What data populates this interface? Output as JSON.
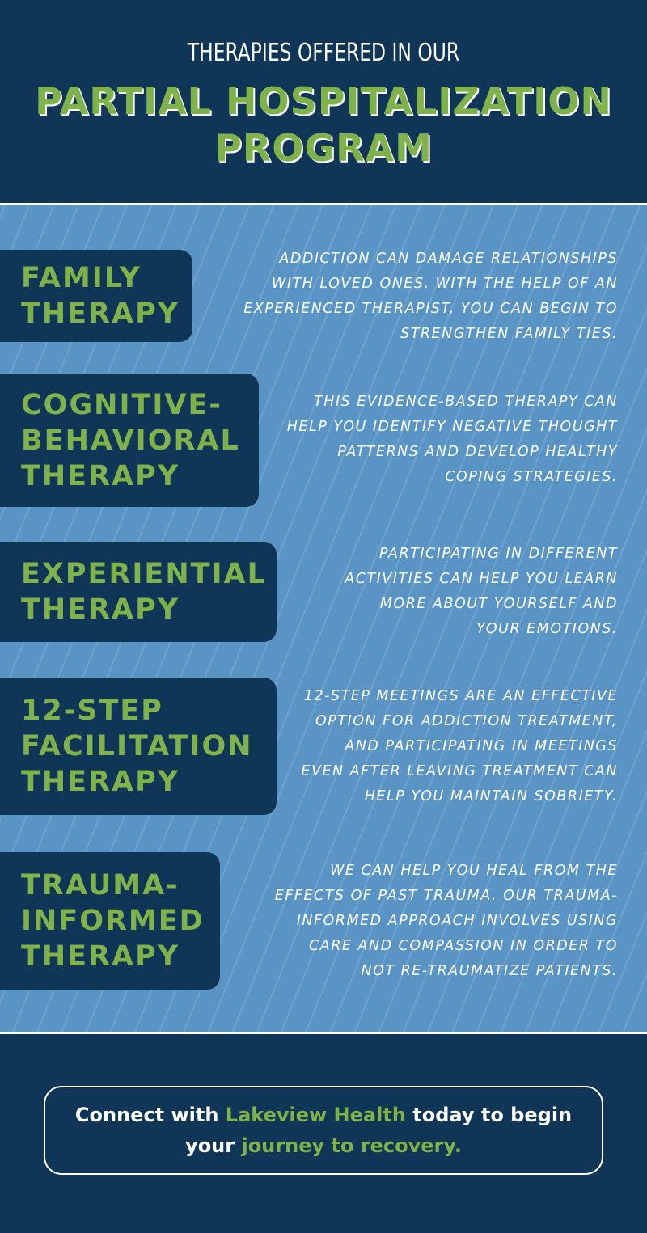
{
  "header": {
    "subtitle": "THERAPIES OFFERED IN OUR",
    "title_lines": [
      "PARTIAL HOSPITALIZATION",
      "PROGRAM"
    ]
  },
  "therapies": [
    {
      "label_lines": [
        "FAMILY",
        "THERAPY"
      ],
      "description_lines": [
        "ADDICTION CAN DAMAGE RELATIONSHIPS",
        "WITH LOVED ONES. WITH THE HELP OF AN",
        "EXPERIENCED THERAPIST, YOU CAN BEGIN TO",
        "STRENGTHEN FAMILY TIES."
      ]
    },
    {
      "label_lines": [
        "COGNITIVE-",
        "BEHAVIORAL",
        "THERAPY"
      ],
      "description_lines": [
        "THIS EVIDENCE-BASED THERAPY CAN",
        "HELP YOU IDENTIFY NEGATIVE THOUGHT",
        "PATTERNS AND DEVELOP HEALTHY",
        "COPING STRATEGIES."
      ]
    },
    {
      "label_lines": [
        "EXPERIENTIAL",
        "THERAPY"
      ],
      "description_lines": [
        "PARTICIPATING IN DIFFERENT",
        "ACTIVITIES CAN HELP YOU LEARN",
        "MORE ABOUT YOURSELF AND",
        "YOUR EMOTIONS."
      ]
    },
    {
      "label_lines": [
        "12-STEP",
        "FACILITATION",
        "THERAPY"
      ],
      "description_lines": [
        "12-STEP MEETINGS ARE AN EFFECTIVE",
        "OPTION FOR ADDICTION TREATMENT,",
        "AND PARTICIPATING IN MEETINGS",
        "EVEN AFTER LEAVING TREATMENT CAN",
        "HELP YOU MAINTAIN SOBRIETY."
      ]
    },
    {
      "label_lines": [
        "TRAUMA-",
        "INFORMED",
        "THERAPY"
      ],
      "description_lines": [
        "WE CAN HELP YOU HEAL FROM THE",
        "EFFECTS OF PAST TRAUMA. OUR TRAUMA-",
        "INFORMED APPROACH INVOLVES USING",
        "CARE AND COMPASSION IN ORDER TO",
        "NOT RE-TRAUMATIZE PATIENTS."
      ]
    }
  ],
  "cta": {
    "part1": "Connect with ",
    "brand": "Lakeview Health",
    "part2": " today to begin",
    "part3": "your ",
    "highlight": "journey to recovery."
  },
  "colors": {
    "navy": "#0f3557",
    "panel_blue": "#5a94c4",
    "accent_green": "#7fb24a",
    "white": "#ffffff"
  }
}
